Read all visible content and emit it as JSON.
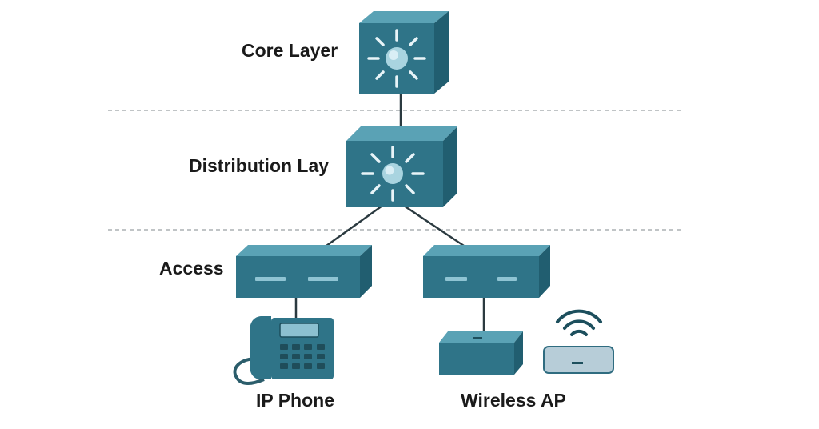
{
  "layers": {
    "core": "Core Layer",
    "distribution": "Distribution Lay",
    "access": "Access"
  },
  "devices": {
    "phone": "IP Phone",
    "wireless_ap": "Wireless AP"
  },
  "colors": {
    "device_top": "#4f98ab",
    "device_front": "#2f7488",
    "device_side": "#215e70",
    "router_body": "#b7cdd8",
    "router_outline": "#2f6c80",
    "line": "#2b3a40",
    "divider": "#9aa0a4"
  },
  "icons": {
    "core_switch": "multilayer-switch-icon",
    "distribution_switch": "multilayer-switch-icon",
    "access_switch": "workgroup-switch-icon",
    "phone": "ip-phone-icon",
    "access_point": "access-point-icon",
    "wifi_router": "wifi-router-icon"
  }
}
